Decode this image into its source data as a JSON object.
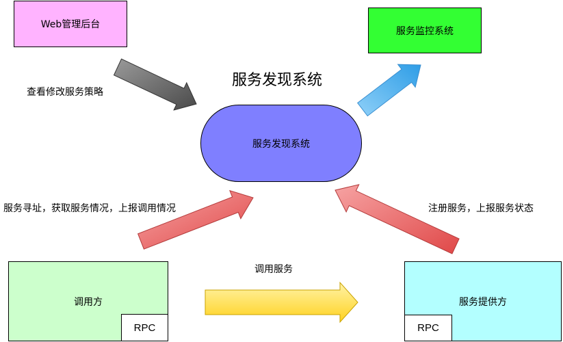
{
  "diagram_title": "服务发现系统",
  "nodes": {
    "web_admin": "Web管理后台",
    "monitor": "服务监控系统",
    "discovery": "服务发现系统",
    "caller": "调用方",
    "caller_rpc": "RPC",
    "provider": "服务提供方",
    "provider_rpc": "RPC"
  },
  "edges": {
    "admin_to_discovery": "查看修改服务策略",
    "caller_to_discovery": "服务寻址，获取服务情况，上报调用情况",
    "provider_to_discovery": "注册服务，上报服务状态",
    "caller_to_provider": "调用服务"
  },
  "colors": {
    "web_admin": "#ffb3ff",
    "monitor": "#33ff33",
    "discovery": "#7f7fff",
    "caller": "#ccffcc",
    "provider": "#b3ffff",
    "arrow_gray": "#6b6b6b",
    "arrow_blue": "#5ab8f0",
    "arrow_red": "#f07070",
    "arrow_yellow": "#ffe066"
  }
}
